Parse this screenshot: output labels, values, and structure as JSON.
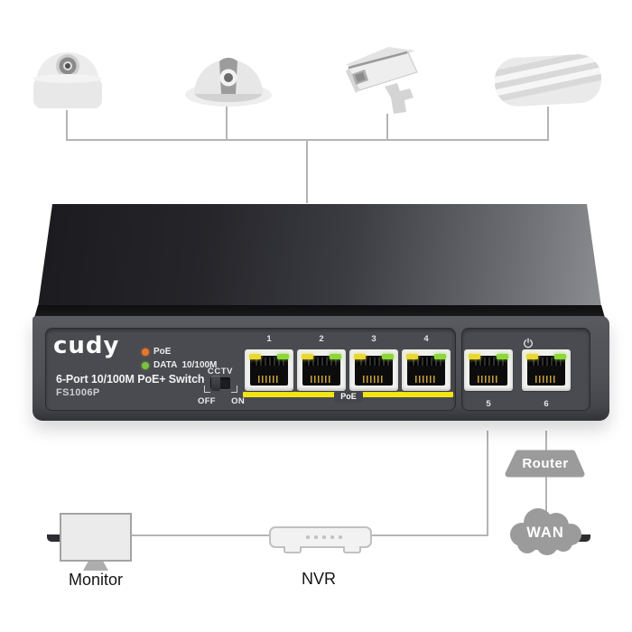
{
  "top_devices": {
    "items": [
      {
        "name": "dome-camera"
      },
      {
        "name": "ptz-dome-camera"
      },
      {
        "name": "bullet-camera"
      },
      {
        "name": "wireless-access-point"
      }
    ]
  },
  "switch": {
    "brand_logo": "cudy",
    "leds": [
      {
        "label": "PoE",
        "color": "#e8772c"
      },
      {
        "label": "DATA  10/100M",
        "color": "#7cc142"
      }
    ],
    "product_title": "6-Port 10/100M PoE+ Switch",
    "model": "FS1006P",
    "cctv_switch": {
      "label": "CCTV",
      "off": "OFF",
      "on": "ON"
    },
    "poe_band_label": "PoE",
    "port_numbers": [
      "1",
      "2",
      "3",
      "4",
      "5",
      "6"
    ],
    "icons": {
      "power": "power-symbol"
    },
    "colors": {
      "poe_band": "#f4e414",
      "led_yellow": "#e8d832",
      "led_green": "#8fd63a",
      "front_face": "#4f5055",
      "top_face_dark": "#1b1b1f",
      "top_face_light": "#8f9094"
    }
  },
  "bottom_devices": {
    "monitor_label": "Monitor",
    "nvr_label": "NVR",
    "router_label": "Router",
    "wan_label": "WAN"
  }
}
